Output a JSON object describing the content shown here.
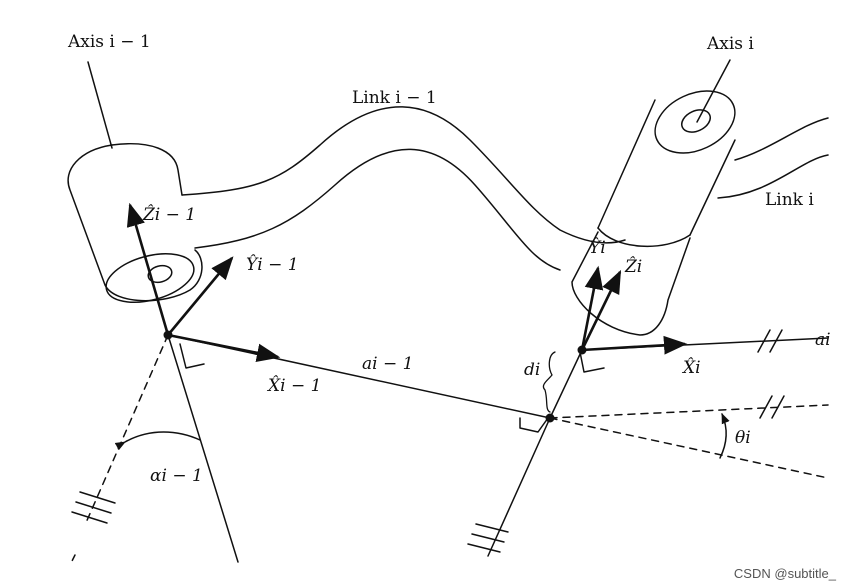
{
  "labels": {
    "axis_prev": "Axis i − 1",
    "axis_i": "Axis i",
    "link_prev": "Link i − 1",
    "link_i": "Link i",
    "z_prev": "Ẑi − 1",
    "y_prev": "Ŷi − 1",
    "x_prev": "X̂i − 1",
    "a_prev": "ai − 1",
    "alpha_prev": "αi − 1",
    "y_i": "Ŷi",
    "z_i": "Ẑi",
    "x_i": "X̂i",
    "a_i": "ai",
    "d_i": "di",
    "theta_i": "θi"
  },
  "watermark": "CSDN @subtitle_",
  "colors": {
    "ink": "#111111",
    "background": "#ffffff"
  }
}
